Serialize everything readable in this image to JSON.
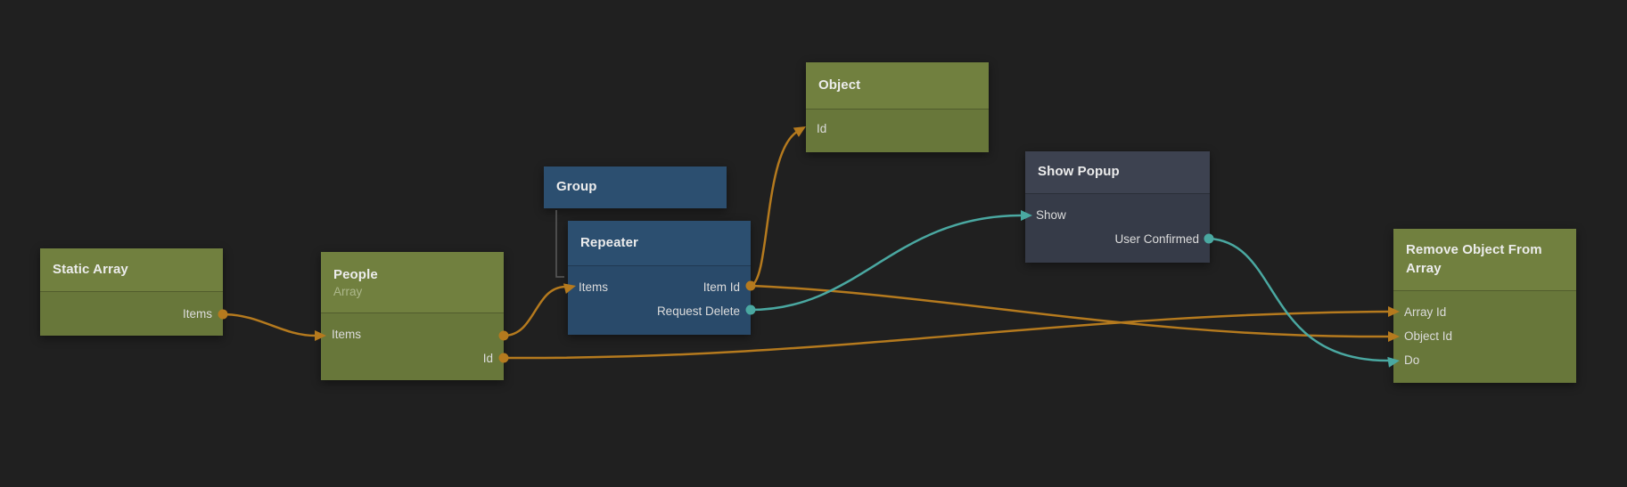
{
  "canvas": {
    "background": "#202020"
  },
  "palette": {
    "node_green_header": "#71803f",
    "node_green_body": "#68773a",
    "node_blue_header": "#2c4f70",
    "node_blue_body": "#294a6a",
    "node_dark_header": "#3d4250",
    "node_dark_body": "#363b48",
    "wire_data_orange": "#b57a1e",
    "wire_signal_teal": "#4aa8a1",
    "hierarchy_line_gray": "#5b5b5b"
  },
  "nodes": {
    "static_array": {
      "title": "Static Array",
      "ports": {
        "items": "Items"
      }
    },
    "people": {
      "title": "People",
      "subtitle": "Array",
      "ports": {
        "items": "Items",
        "id": "Id"
      }
    },
    "group": {
      "title": "Group"
    },
    "repeater": {
      "title": "Repeater",
      "ports": {
        "items": "Items",
        "item_id": "Item Id",
        "request_delete": "Request Delete"
      }
    },
    "object": {
      "title": "Object",
      "ports": {
        "id": "Id"
      }
    },
    "show_popup": {
      "title": "Show Popup",
      "ports": {
        "show": "Show",
        "user_confirmed": "User Confirmed"
      }
    },
    "remove_object_from_array": {
      "title": "Remove Object From Array",
      "ports": {
        "array_id": "Array Id",
        "object_id": "Object Id",
        "do": "Do"
      }
    }
  },
  "connections": [
    {
      "from": "Static Array.Items",
      "to": "People.Items",
      "kind": "data"
    },
    {
      "from": "People.Items",
      "to": "Repeater.Items",
      "kind": "data"
    },
    {
      "from": "People.Id",
      "to": "Remove Object From Array.Array Id",
      "kind": "data"
    },
    {
      "from": "Repeater.Item Id",
      "to": "Object.Id",
      "kind": "data"
    },
    {
      "from": "Repeater.Item Id",
      "to": "Remove Object From Array.Object Id",
      "kind": "data"
    },
    {
      "from": "Repeater.Request Delete",
      "to": "Show Popup.Show",
      "kind": "signal"
    },
    {
      "from": "Show Popup.User Confirmed",
      "to": "Remove Object From Array.Do",
      "kind": "signal"
    },
    {
      "parent": "Group",
      "child": "Repeater",
      "kind": "hierarchy"
    }
  ]
}
